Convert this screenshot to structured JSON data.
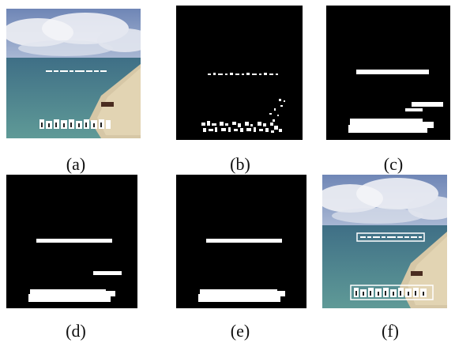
{
  "figure": {
    "panels": [
      {
        "id": "a",
        "label": "(a)",
        "content": "original-frame"
      },
      {
        "id": "b",
        "label": "(b)",
        "content": "edge-map"
      },
      {
        "id": "c",
        "label": "(c)",
        "content": "dilated-mask"
      },
      {
        "id": "d",
        "label": "(d)",
        "content": "filtered-mask"
      },
      {
        "id": "e",
        "label": "(e)",
        "content": "refined-mask"
      },
      {
        "id": "f",
        "label": "(f)",
        "content": "detected-text-boxes"
      }
    ]
  }
}
